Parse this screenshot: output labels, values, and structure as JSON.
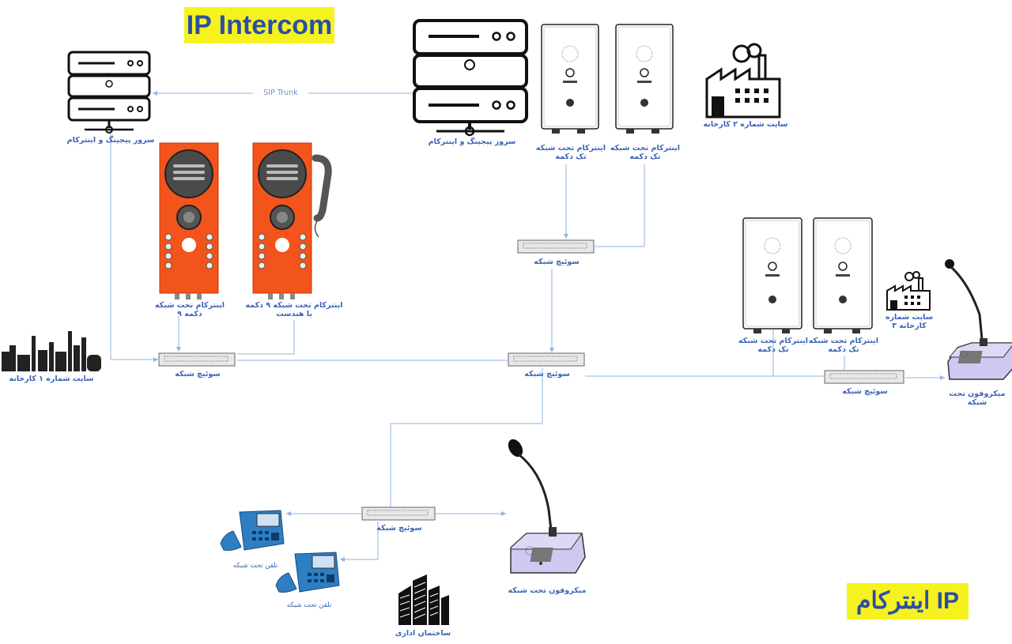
{
  "titles": {
    "en": "IP Intercom",
    "fa": "اینترکام IP"
  },
  "labels": {
    "server_left": "سرور پیجینگ و اینترکام",
    "server_center": "سرور پیجینگ و اینترکام",
    "sip_trunk": "SIP Trunk",
    "intercom_one_button_1": "اینترکام تحت شبکه\nتک دکمه",
    "intercom_one_button_2": "اینترکام تحت شبکه\nتک دکمه",
    "intercom_one_button_3": "اینترکام تحت شبکه\nتک دکمه",
    "intercom_one_button_4": "اینترکام تحت شبکه\nتک دکمه",
    "intercom_9_button": "اینترکام تحت شبکه\n۹ دکمه",
    "intercom_9_button_handset": "اینترکام تحت شبکه ۹ دکمه\nبا هندست",
    "site_1": "سایت شماره ۱ کارخانه",
    "site_2": "سایت شماره ۲ کارخانه",
    "site_3": "سایت شماره\n۳ کارخانه",
    "switch_site1": "سوئیچ شبکه",
    "switch_site2": "سوئیچ شبکه",
    "switch_core": "سوئیچ شبکه",
    "switch_site3": "سوئیچ شبکه",
    "switch_office": "سوئیچ شبکه",
    "microphone_site3": "میکروفون تحت شبکه",
    "microphone_office": "میکروفون تحت شبکه",
    "ip_phone_1": "تلفن تحت شبکه",
    "ip_phone_2": "تلفن تحت شبکه",
    "office_building": "ساختمان اداری"
  },
  "colors": {
    "accent_yellow": "#f6f21e",
    "title_blue": "#2a4fa6",
    "label_blue": "#3a63b5",
    "line_blue": "#8fb3e0",
    "intercom_orange": "#f2541b",
    "console_lavender": "#cfc8f0",
    "phone_blue": "#2d7fc2"
  }
}
